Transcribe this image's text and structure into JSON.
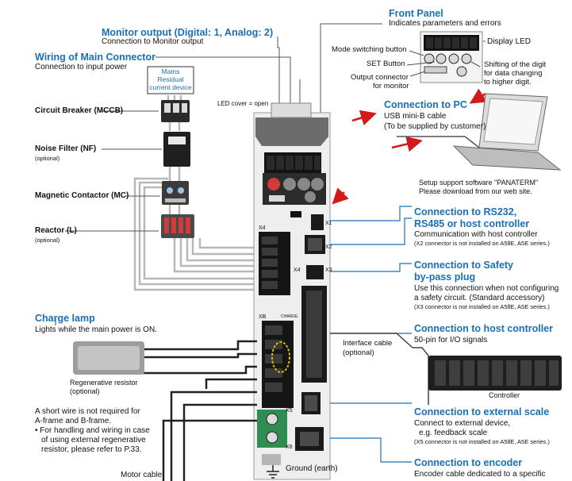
{
  "monitor_output": {
    "title": "Monitor output (Digital: 1,  Analog: 2)",
    "desc": "Connection to Monitor output"
  },
  "main_connector": {
    "title": "Wiring of Main Connector",
    "desc": "Connection to input power"
  },
  "mains": {
    "line1": "Mains",
    "line2": "Residual",
    "line3": "current device"
  },
  "components": {
    "mccb": "Circuit Breaker (MCCB)",
    "nf": "Noise Filter (NF)",
    "nf_opt": "(optional)",
    "mc": "Magnetic Contactor (MC)",
    "reactor": "Reactor (L)",
    "reactor_opt": "(optional)"
  },
  "led_cover": "LED cover = open",
  "front_panel": {
    "title": "Front Panel",
    "desc": "Indicates parameters and errors",
    "mode_button": "Mode switching button",
    "set_button": "SET Button",
    "output_connector_1": "Output connector",
    "output_connector_2": "for monitor",
    "display_led": "Display LED",
    "shift_1": "Shifting of the digit",
    "shift_2": "for data changing",
    "shift_3": "to higher digit."
  },
  "pc": {
    "title": "Connection to PC",
    "line1": "USB mini-B cable",
    "line2": "(To be supplied by customer)",
    "sw1": "Setup support software \"PANATERM\"",
    "sw2": "Please download from our web site."
  },
  "rs232": {
    "title1": "Connection to RS232,",
    "title2": "RS485 or host controller",
    "desc": "Communication with host controller",
    "note": "(X2 connector is not installed on A5ⅡE, A5E series.)"
  },
  "safety": {
    "title1": "Connection to Safety",
    "title2": "by-pass plug",
    "line1": "Use this connection when not configuring",
    "line2": "a safety circuit. (Standard accessory)",
    "note": "(X3 connector is not installed on A5ⅡE, A5E series.)"
  },
  "host": {
    "title": "Connection to host controller",
    "desc": "50-pin for I/O signals"
  },
  "interface_cable": {
    "line1": "Interface cable",
    "line2": "(optional)"
  },
  "controller": "Controller",
  "charge_lamp": {
    "title": "Charge lamp",
    "desc": "Lights while the main power is ON."
  },
  "regen": {
    "line1": "Regenerative resistor",
    "line2": "(optional)"
  },
  "short_wire": {
    "line1": "A short wire  is not required for",
    "line2": "A-frame and B-frame.",
    "line3": "• For handling and wiring in case",
    "line4": "of using external regenerative",
    "line5": "resistor,  please refer to P.33."
  },
  "ext_scale": {
    "title": "Connection to external scale",
    "line1": "Connect to external device,",
    "line2": "e.g. feedback scale",
    "note": "(X5 connector is not installed on A5ⅡE, A5E series.)"
  },
  "encoder": {
    "title": "Connection to encoder",
    "desc": "Encoder cable dedicated to a specific"
  },
  "motor_cable": "Motor cable",
  "ground": "Ground (earth)",
  "connectors": {
    "x1": "X1",
    "x2": "X2",
    "x3": "X3",
    "x4a": "X4",
    "x4b": "X4",
    "x5": "X5",
    "x6": "X6",
    "xb": "XB",
    "charge": "CHARGE"
  }
}
